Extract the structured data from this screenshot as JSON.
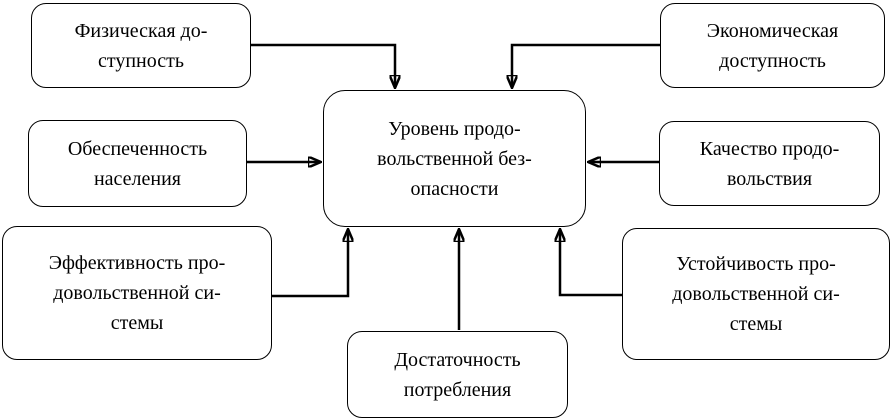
{
  "diagram": {
    "center_node": {
      "id": "food-security-level",
      "label": "Уровень продо-\nвольственной без-\nопасности"
    },
    "nodes": [
      {
        "id": "physical-accessibility",
        "label": "Физическая до-\nступность"
      },
      {
        "id": "economic-accessibility",
        "label": "Экономическая\nдоступность"
      },
      {
        "id": "population-provision",
        "label": "Обеспеченность\nнаселения"
      },
      {
        "id": "food-quality",
        "label": "Качество продо-\nвольствия"
      },
      {
        "id": "food-system-efficiency",
        "label": "Эффективность про-\nдовольственной си-\nстемы"
      },
      {
        "id": "food-system-sustainability",
        "label": "Устойчивость про-\nдовольственной си-\nстемы"
      },
      {
        "id": "consumption-sufficiency",
        "label": "Достаточность\nпотребления"
      }
    ],
    "colors": {
      "border": "#000000",
      "text": "#000000",
      "background": "#ffffff"
    }
  }
}
